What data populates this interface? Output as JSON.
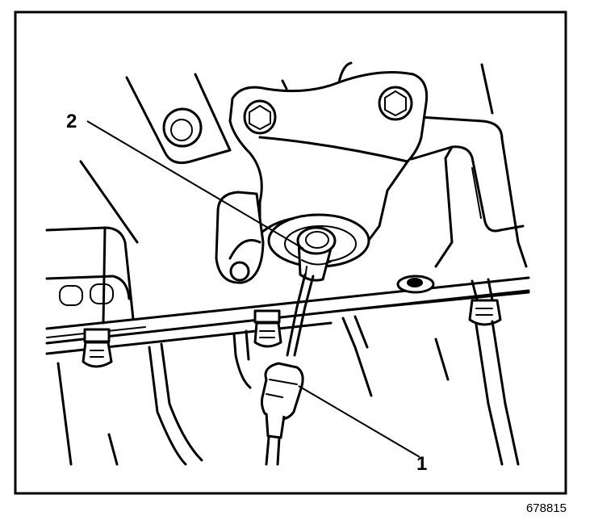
{
  "diagram": {
    "callouts": [
      {
        "id": "1",
        "label": "1"
      },
      {
        "id": "2",
        "label": "2"
      }
    ],
    "figure_code": "678815"
  }
}
